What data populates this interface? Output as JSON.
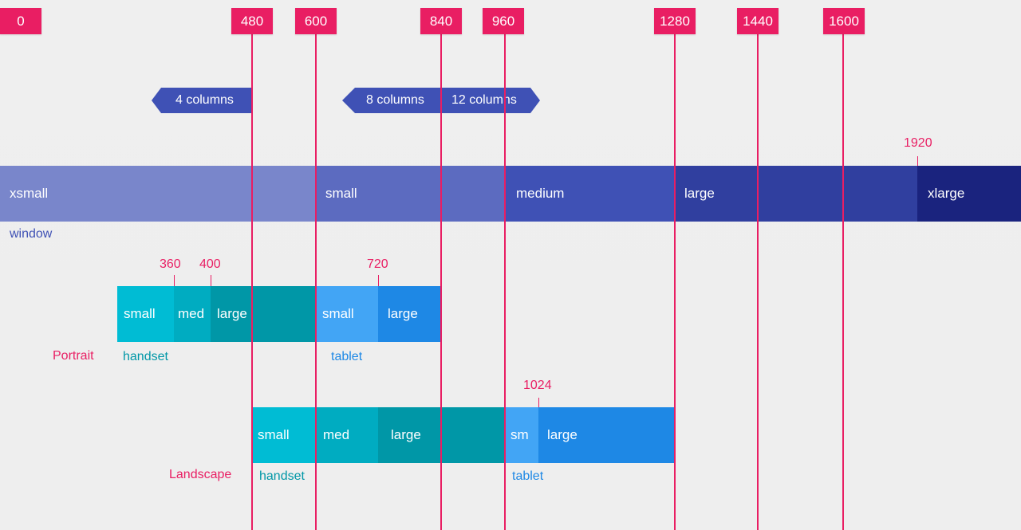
{
  "breakpoints": [
    {
      "label": "0"
    },
    {
      "label": "480"
    },
    {
      "label": "600"
    },
    {
      "label": "840"
    },
    {
      "label": "960"
    },
    {
      "label": "1280"
    },
    {
      "label": "1440"
    },
    {
      "label": "1600"
    }
  ],
  "columns": {
    "four": "4 columns",
    "eight": "8 columns",
    "twelve": "12 columns"
  },
  "window": {
    "label": "window",
    "top_marker": "1920",
    "segments": [
      "xsmall",
      "small",
      "medium",
      "large",
      "xlarge"
    ]
  },
  "portrait": {
    "title": "Portrait",
    "handset_label": "handset",
    "tablet_label": "tablet",
    "markers": [
      "360",
      "400",
      "720"
    ],
    "segments": [
      "small",
      "med",
      "large",
      "small",
      "large"
    ]
  },
  "landscape": {
    "title": "Landscape",
    "handset_label": "handset",
    "tablet_label": "tablet",
    "marker": "1024",
    "segments": [
      "small",
      "med",
      "large",
      "sm",
      "large"
    ]
  },
  "colors": {
    "pink": "#e91e63",
    "indigo_light": "#7986cb",
    "indigo_mid": "#5c6bc0",
    "indigo": "#3f51b5",
    "indigo_dark": "#303f9f",
    "indigo_darkest": "#1a237e",
    "cyan_light": "#00bcd4",
    "cyan_mid": "#00acc1",
    "cyan_dark": "#0097a7",
    "blue_light": "#42a5f5",
    "blue_mid": "#1e88e5"
  }
}
